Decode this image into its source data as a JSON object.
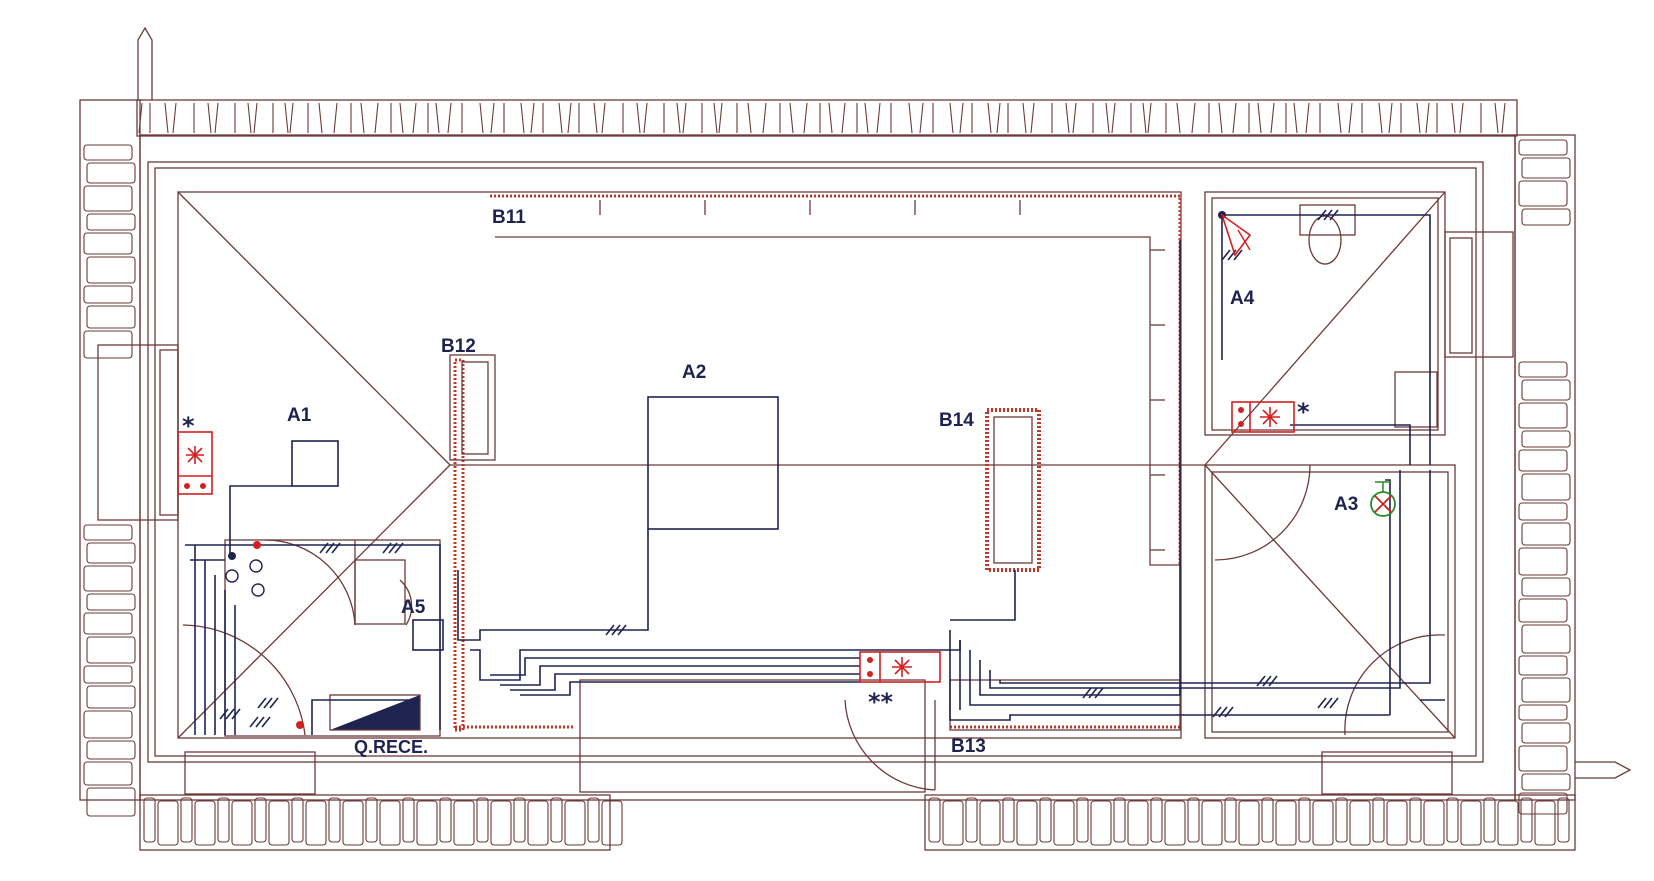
{
  "labels": {
    "a1": "A1",
    "a2": "A2",
    "a3": "A3",
    "a4": "A4",
    "a5": "A5",
    "b11": "B11",
    "b12": "B12",
    "b13": "B13",
    "b14": "B14",
    "qrece": "Q.RECE.",
    "star_left": "*",
    "star_right": "*",
    "star_door": "**"
  },
  "colors": {
    "walls": "#6b3a3a",
    "wiring": "#1f2350",
    "fixtures": "#d42020",
    "a3_fixture": "#2a8a2a"
  }
}
